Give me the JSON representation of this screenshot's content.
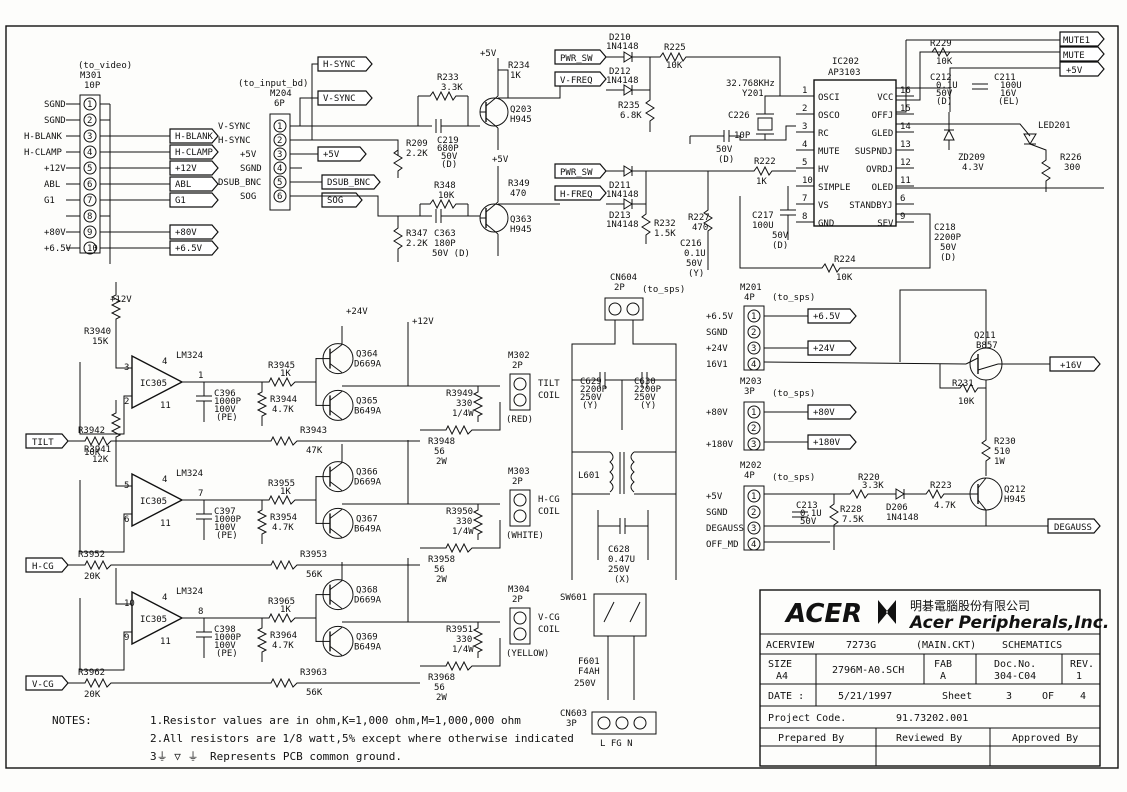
{
  "connectors": {
    "m301": {
      "ref": "M301",
      "pins": "10P",
      "dest": "(to_video)",
      "labels": [
        "SGND",
        "SGND",
        "H-BLANK",
        "H-CLAMP",
        "+12V",
        "ABL",
        "G1",
        "",
        "+80V",
        "+6.5V"
      ],
      "nums": [
        "1",
        "2",
        "3",
        "4",
        "5",
        "6",
        "7",
        "8",
        "9",
        "10"
      ],
      "flags": [
        "H-BLANK",
        "H-CLAMP",
        "+12V",
        "ABL",
        "G1",
        "+80V",
        "+6.5V"
      ]
    },
    "m204": {
      "ref": "M204",
      "pins": "6P",
      "dest": "(to_input_bd)",
      "labels": [
        "V-SYNC",
        "H-SYNC",
        "+5V",
        "SGND",
        "DSUB_BNC",
        "SOG"
      ],
      "nums": [
        "1",
        "2",
        "3",
        "4",
        "5",
        "6"
      ],
      "flags": [
        "H-SYNC",
        "V-SYNC",
        "+5V",
        "DSUB_BNC",
        "SOG"
      ]
    },
    "cn604": {
      "ref": "CN604",
      "pins": "2P",
      "dest": "(to_sps)"
    },
    "m302": {
      "ref": "M302",
      "pins": "2P",
      "coil": "TILT",
      "coil2": "COIL",
      "color": "(RED)"
    },
    "m303": {
      "ref": "M303",
      "pins": "2P",
      "coil": "H-CG",
      "coil2": "COIL",
      "color": "(WHITE)"
    },
    "m304": {
      "ref": "M304",
      "pins": "2P",
      "coil": "V-CG",
      "coil2": "COIL",
      "color": "(YELLOW)"
    },
    "m201": {
      "ref": "M201",
      "pins": "4P",
      "dest": "(to_sps)",
      "labels": [
        "+6.5V",
        "SGND",
        "+24V",
        "16V1"
      ],
      "flags": [
        "+6.5V",
        "+24V"
      ]
    },
    "m203": {
      "ref": "M203",
      "pins": "3P",
      "dest": "(to_sps)",
      "labels": [
        "+80V",
        "",
        "+180V"
      ],
      "flags": [
        "+80V",
        "+180V"
      ]
    },
    "m202": {
      "ref": "M202",
      "pins": "4P",
      "dest": "(to_sps)",
      "labels": [
        "+5V",
        "SGND",
        "DEGAUSS",
        "OFF_MD"
      ]
    },
    "cn603": {
      "ref": "CN603",
      "pins": "3P",
      "pinlabels": "L  FG  N"
    }
  },
  "flags": {
    "pwr_sw": "PWR_SW",
    "v_freq": "V-FREQ",
    "h_freq": "H-FREQ",
    "mute1": "MUTE1",
    "mute": "MUTE",
    "p5v": "+5V",
    "p16v": "+16V",
    "degauss": "DEGAUSS",
    "tilt": "TILT",
    "hcg": "H-CG",
    "vcg": "V-CG"
  },
  "power": {
    "p5v": "+5V",
    "p12v": "+12V",
    "p24v": "+24V"
  },
  "ic202": {
    "ref": "IC202",
    "part": "AP3103",
    "left_pins": [
      {
        "n": "1",
        "name": "OSCI"
      },
      {
        "n": "2",
        "name": "OSCO"
      },
      {
        "n": "3",
        "name": "RC"
      },
      {
        "n": "4",
        "name": "MUTE"
      },
      {
        "n": "5",
        "name": "HV"
      },
      {
        "n": "10",
        "name": "SIMPLE"
      },
      {
        "n": "7",
        "name": "VS"
      },
      {
        "n": "8",
        "name": "GND"
      }
    ],
    "right_pins": [
      {
        "n": "16",
        "name": "VCC"
      },
      {
        "n": "15",
        "name": "OFFJ"
      },
      {
        "n": "14",
        "name": "GLED"
      },
      {
        "n": "13",
        "name": "SUSPNDJ"
      },
      {
        "n": "12",
        "name": "OVRDJ"
      },
      {
        "n": "11",
        "name": "OLED"
      },
      {
        "n": "6",
        "name": "STANDBYJ"
      },
      {
        "n": "9",
        "name": "SEV"
      }
    ]
  },
  "opamps": [
    {
      "ref": "IC305",
      "part": "LM324",
      "out": "1",
      "inp": "3",
      "inn": "2",
      "vcc": "4",
      "gnd": "11"
    },
    {
      "ref": "IC305",
      "part": "LM324",
      "out": "7",
      "inp": "5",
      "inn": "6",
      "vcc": "4",
      "gnd": "11"
    },
    {
      "ref": "IC305",
      "part": "LM324",
      "out": "8",
      "inp": "10",
      "inn": "9",
      "vcc": "4",
      "gnd": "11"
    }
  ],
  "parts": {
    "r233": [
      "R233",
      "3.3K"
    ],
    "c219": [
      "C219",
      "680P",
      "50V",
      "(D)"
    ],
    "r209": [
      "R209",
      "2.2K"
    ],
    "r348": [
      "R348",
      "10K"
    ],
    "c363": [
      "C363",
      "180P",
      "50V (D)"
    ],
    "r347": [
      "R347",
      "2.2K"
    ],
    "r234": [
      "R234",
      "1K"
    ],
    "q203": [
      "Q203",
      "H945"
    ],
    "r349": [
      "R349",
      "470"
    ],
    "q363": [
      "Q363",
      "H945"
    ],
    "d210": [
      "D210",
      "1N4148"
    ],
    "d212": [
      "D212",
      "1N4148"
    ],
    "d211": [
      "D211",
      "1N4148"
    ],
    "d213": [
      "D213",
      "1N4148"
    ],
    "r225": [
      "R225",
      "10K"
    ],
    "r235": [
      "R235",
      "6.8K"
    ],
    "r232": [
      "R232",
      "1.5K"
    ],
    "y201": [
      "32.768KHz",
      "Y201"
    ],
    "c226": [
      "C226",
      "10P",
      "50V",
      "(D)"
    ],
    "r222": [
      "R222",
      "1K"
    ],
    "r227": [
      "R227",
      "470"
    ],
    "c216": [
      "C216",
      "0.1U",
      "50V",
      "(Y)"
    ],
    "c217": [
      "C217",
      "100U",
      "50V",
      "(D)"
    ],
    "r224": [
      "R224",
      "10K"
    ],
    "c218": [
      "C218",
      "2200P",
      "50V",
      "(D)"
    ],
    "r229": [
      "R229",
      "10K"
    ],
    "c212": [
      "C212",
      "0.1U",
      "50V",
      "(D)"
    ],
    "c211": [
      "C211",
      "100U",
      "16V",
      "(EL)"
    ],
    "zd209": [
      "ZD209",
      "4.3V"
    ],
    "led201": [
      "LED201"
    ],
    "r226": [
      "R226",
      "300"
    ],
    "q211": [
      "Q211",
      "B857"
    ],
    "r231": [
      "R231",
      "10K"
    ],
    "r230": [
      "R230",
      "510",
      "1W"
    ],
    "r220": [
      "R220",
      "3.3K"
    ],
    "d206": [
      "D206",
      "1N4148"
    ],
    "r223": [
      "R223",
      "4.7K"
    ],
    "q212": [
      "Q212",
      "H945"
    ],
    "c213": [
      "C213",
      "0.1U",
      "50V"
    ],
    "r228": [
      "R228",
      "7.5K"
    ],
    "r3940": [
      "R3940",
      "15K"
    ],
    "r3945": [
      "R3945",
      "1K"
    ],
    "c396": [
      "C396",
      "1000P",
      "100V",
      "(PE)"
    ],
    "r3944": [
      "R3944",
      "4.7K"
    ],
    "q364": [
      "Q364",
      "D669A"
    ],
    "q365": [
      "Q365",
      "B649A"
    ],
    "r3949": [
      "R3949",
      "330",
      "1/4W"
    ],
    "r3948": [
      "R3948",
      "56",
      "2W"
    ],
    "r3942": [
      "R3942",
      "10K"
    ],
    "r3943": [
      "R3943",
      "47K"
    ],
    "r3941": [
      "R3941",
      "12K"
    ],
    "r3955": [
      "R3955",
      "1K"
    ],
    "c397": [
      "C397",
      "1000P",
      "100V",
      "(PE)"
    ],
    "r3954": [
      "R3954",
      "4.7K"
    ],
    "q366": [
      "Q366",
      "D669A"
    ],
    "q367": [
      "Q367",
      "B649A"
    ],
    "r3950": [
      "R3950",
      "330",
      "1/4W"
    ],
    "r3958": [
      "R3958",
      "56",
      "2W"
    ],
    "r3952": [
      "R3952",
      "20K"
    ],
    "r3953": [
      "R3953",
      "56K"
    ],
    "r3965": [
      "R3965",
      "1K"
    ],
    "c398": [
      "C398",
      "1000P",
      "100V",
      "(PE)"
    ],
    "r3964": [
      "R3964",
      "4.7K"
    ],
    "q368": [
      "Q368",
      "D669A"
    ],
    "q369": [
      "Q369",
      "B649A"
    ],
    "r3951": [
      "R3951",
      "330",
      "1/4W"
    ],
    "r3968": [
      "R3968",
      "56",
      "2W"
    ],
    "r3962": [
      "R3962",
      "20K"
    ],
    "r3963": [
      "R3963",
      "56K"
    ],
    "c629": [
      "C629",
      "2200P",
      "250V",
      "(Y)"
    ],
    "c630": [
      "C630",
      "2200P",
      "250V",
      "(Y)"
    ],
    "l601": [
      "L601"
    ],
    "c628": [
      "C628",
      "0.47U",
      "250V",
      "(X)"
    ],
    "sw601": [
      "SW601"
    ],
    "f601": [
      "F601",
      "F4AH",
      "250V"
    ]
  },
  "notes": {
    "title": "NOTES:",
    "l1": "1.Resistor values are in ohm,K=1,000 ohm,M=1,000,000 ohm",
    "l2": "2.All resistors are 1/8 watt,5% except where otherwise indicated",
    "l3": "Represents PCB common ground."
  },
  "titleblock": {
    "brand": "ACER",
    "chinese": "明碁電腦股份有限公司",
    "company": "Acer Peripherals,Inc.",
    "r1": [
      "ACERVIEW",
      "7273G",
      "(MAIN.CKT)",
      "SCHEMATICS"
    ],
    "size_label": "SIZE",
    "size": "A4",
    "file": "2796M-A0.SCH",
    "fab_label": "FAB",
    "fab": "A",
    "doc_label": "Doc.No.",
    "doc": "304-C04",
    "rev_label": "REV.",
    "rev": "1",
    "date_label": "DATE :",
    "date": "5/21/1997",
    "sheet_label": "Sheet",
    "sheet": "3",
    "of_label": "OF",
    "of": "4",
    "proj_label": "Project Code.",
    "proj": "91.73202.001",
    "prep": "Prepared By",
    "rev_by": "Reviewed By",
    "appr": "Approved By"
  }
}
